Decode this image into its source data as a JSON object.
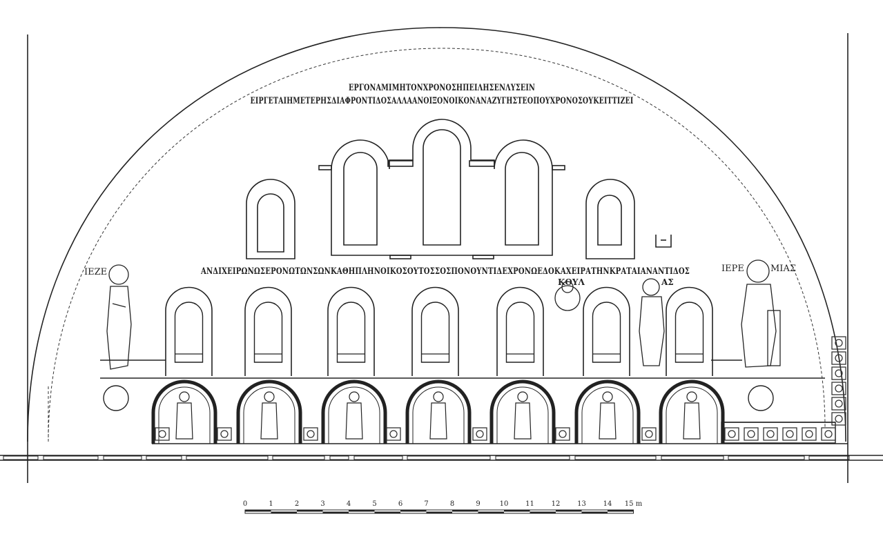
{
  "inscriptions": {
    "top_line_1": "ΕΡΓΟΝΑΜΙΜΗΤΟΝΧΡΟΝΟΣΗΠΕΙΛΗΣΕΝΛΥΣΕΙΝ",
    "top_line_2": "ΕΙΡΓΕΤΑΙΗΜΕΤΕΡΗΣΔΙΑΦΡΟΝΤΙΔΟΣΑΛΛΑΑΝΟΙΞΟΝΟΙΚΟΝΑΝΑΖΥΓΗΣΤΕΟΠΟΥΧΡΟΝΟΣΟΥΚΕΙΤΤΙΖΕΙ",
    "middle_line": "ΑΝΔΙΧΕΙΡΩΝΩΣΕΡΟΝΩΤΩΝΣΩΝΚΑΘΗΠΛΗΝΟΙΚΟΣΟΥΤΟΣΣΟΣΠΟΝΟΥΝΤΙΔΕΧΡΟΝΩΕΔΟΚΑΧΕΙΡΑΤΗΝΚΡΑΤΑΙΑΝΑΝΤΙΔΟΣ"
  },
  "figures": {
    "left_prophet": "ΙΕΖΕ",
    "right_prophet_a": "ΙΕΡΕ",
    "right_prophet_b": "ΜΙΑΣ",
    "medallion_a": "ΚΟΥΛ",
    "medallion_b": "ΑΣ"
  },
  "scale": {
    "ticks": [
      "0",
      "1",
      "2",
      "3",
      "4",
      "5",
      "6",
      "7",
      "8",
      "9",
      "10",
      "11",
      "12",
      "13",
      "14",
      "15 m"
    ]
  },
  "colors": {
    "ink": "#222222",
    "paper": "#ffffff",
    "pattern": "#333333"
  }
}
